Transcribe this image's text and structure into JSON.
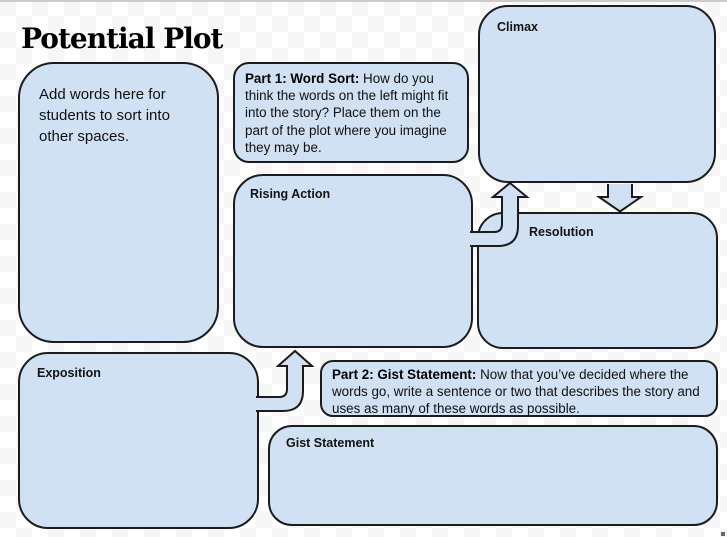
{
  "title": "Potential Plot",
  "colors": {
    "box_fill": "#cfe1f3",
    "box_border": "#1c1c1c",
    "checker_light": "#ffffff",
    "checker_dark": "#f6f6f6",
    "edge_gray": "#cccccc"
  },
  "boxes": {
    "word_bank": {
      "text": "Add words here for students to sort into other spaces."
    },
    "part1": {
      "lead": "Part 1: Word Sort:",
      "body": " How do you think the words on the left might fit into the story? Place them on the part of the plot where you imagine they may be."
    },
    "climax": {
      "label": "Climax"
    },
    "rising_action": {
      "label": "Rising Action"
    },
    "resolution": {
      "label": "Resolution"
    },
    "exposition": {
      "label": "Exposition"
    },
    "part2": {
      "lead": "Part 2: Gist Statement:",
      "body": " Now that you’ve decided where the words go, write a sentence or two that describes the story and uses as many of these words as possible."
    },
    "gist": {
      "label": "Gist Statement"
    }
  },
  "arrows": {
    "rising_to_climax": "elbow arrow up from Rising Action into Climax",
    "climax_to_resolution": "arrow down from Climax into Resolution",
    "exposition_to_rising": "elbow arrow up from Exposition into Rising Action"
  }
}
